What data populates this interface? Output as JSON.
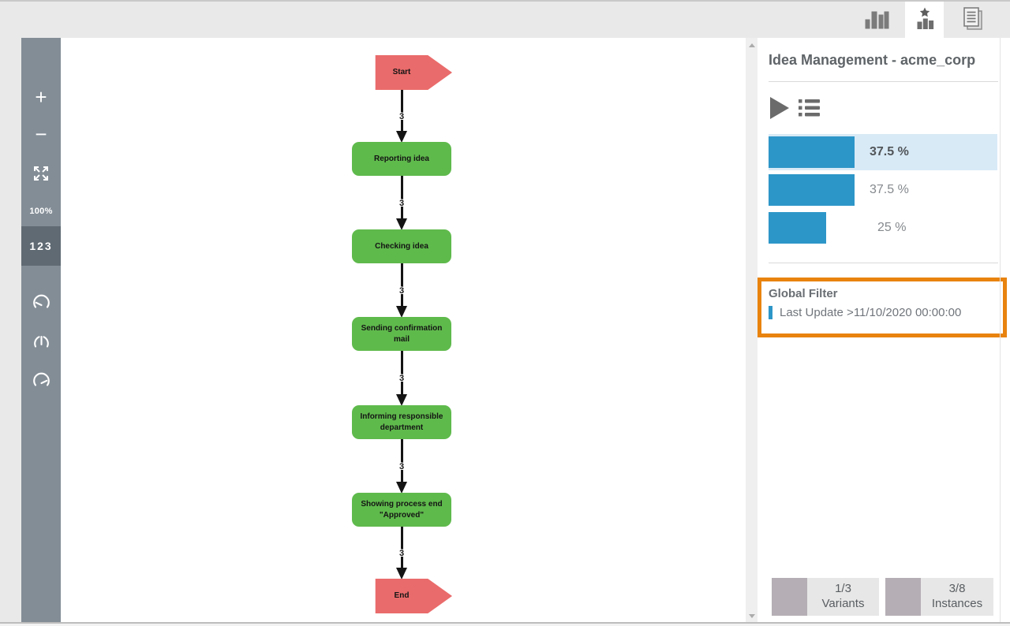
{
  "topbar": {
    "tabs": [
      {
        "name": "analysis-charts",
        "icon": "bar-chart-icon",
        "selected": false
      },
      {
        "name": "favorites",
        "icon": "star-chart-icon",
        "selected": true
      },
      {
        "name": "reports",
        "icon": "documents-icon",
        "selected": false
      }
    ]
  },
  "toolbar": {
    "zoom_in": "+",
    "zoom_out": "−",
    "fit_icon": "expand-icon",
    "zoom_level": "100%",
    "numbers_label": "123",
    "gauge_icons": [
      "gauge-left-icon",
      "gauge-center-icon",
      "gauge-right-icon"
    ]
  },
  "flowchart": {
    "nodes": [
      {
        "label": "Start",
        "type": "hexagon",
        "color": "#ea6b6b"
      },
      {
        "label": "Reporting idea",
        "type": "activity",
        "color": "#5fba4c"
      },
      {
        "label": "Checking idea",
        "type": "activity",
        "color": "#5fba4c"
      },
      {
        "label": "Sending confirmation mail",
        "type": "activity",
        "color": "#5fba4c"
      },
      {
        "label": "Informing responsible department",
        "type": "activity",
        "color": "#5fba4c"
      },
      {
        "label": "Showing process end \"Approved\"",
        "type": "activity",
        "color": "#5fba4c"
      },
      {
        "label": "End",
        "type": "hexagon",
        "color": "#ea6b6b"
      }
    ],
    "edge_labels": [
      "3",
      "3",
      "3",
      "3",
      "3",
      "3"
    ]
  },
  "panel": {
    "title": "Idea Management - acme_corp",
    "global_filter": {
      "heading": "Global Filter",
      "filter_text": "Last Update >11/10/2020 00:00:00",
      "highlight_color": "#e8830f"
    },
    "footer": {
      "variants_value": "1/3",
      "variants_label": "Variants",
      "instances_value": "3/8",
      "instances_label": "Instances"
    }
  },
  "chart_data": {
    "type": "bar",
    "orientation": "horizontal",
    "values": [
      37.5,
      37.5,
      25
    ],
    "labels": [
      "37.5 %",
      "37.5 %",
      "25 %"
    ],
    "highlighted_index": 0,
    "bar_color": "#2d96c8",
    "highlight_row_color": "#d8eaf6",
    "xlim": [
      0,
      100
    ],
    "grid": false,
    "legend": false
  },
  "colors": {
    "sidebar": "#838d96",
    "sidebar_selected": "#5f6a73",
    "hexagon_node": "#ea6b6b",
    "activity_node": "#5fba4c",
    "bar_blue": "#2d96c8",
    "filter_orange": "#e8830f"
  }
}
